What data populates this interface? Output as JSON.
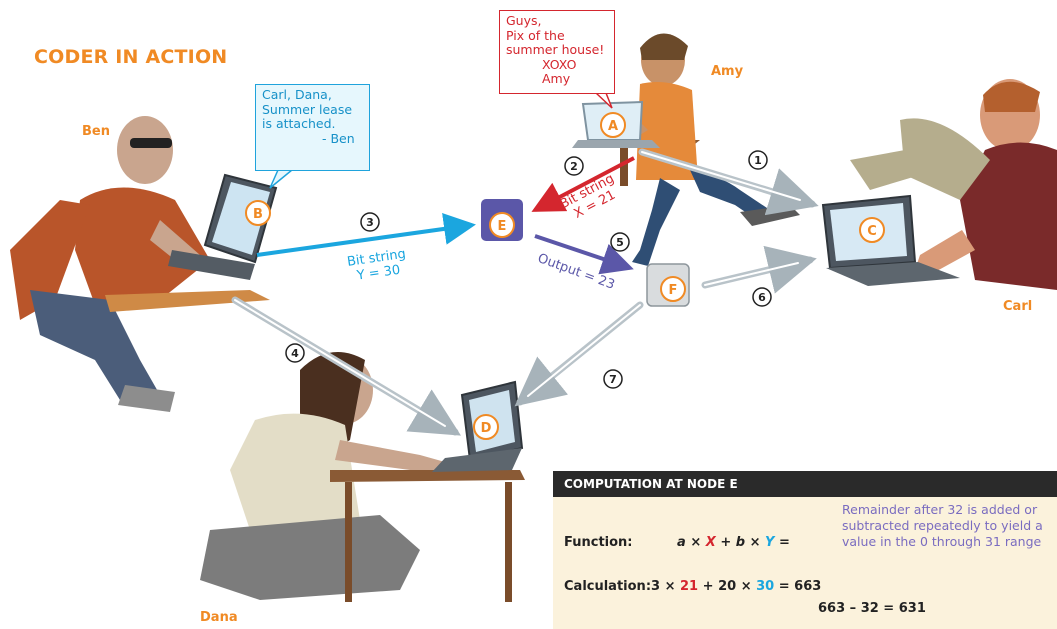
{
  "title": "CODER IN ACTION",
  "people": {
    "amy": "Amy",
    "ben": "Ben",
    "carl": "Carl",
    "dana": "Dana"
  },
  "messages": {
    "amy": [
      "Guys,",
      "Pix of the",
      "summer house!",
      "XOXO Amy"
    ],
    "ben": [
      "Carl, Dana,",
      "Summer lease",
      "is attached.",
      "- Ben"
    ]
  },
  "nodes": {
    "A": "A",
    "B": "B",
    "C": "C",
    "D": "D",
    "E": "E",
    "F": "F"
  },
  "steps": [
    "1",
    "2",
    "3",
    "4",
    "5",
    "6",
    "7"
  ],
  "edge_labels": {
    "x_line1": "Bit string",
    "x_line2": "X = 21",
    "y_line1": "Bit string",
    "y_line2": "Y = 30",
    "output": "Output = 23"
  },
  "colors": {
    "orange": "#f08a24",
    "red": "#d4262e",
    "cyan": "#1ba6df",
    "purple": "#5b57a8",
    "grey_arrow": "#b9c3c9"
  },
  "computation": {
    "header": "COMPUTATION AT NODE E",
    "function_label": "Function:",
    "a": "a",
    "times": "×",
    "X": "X",
    "plus": "+",
    "b": "b",
    "Y": "Y",
    "equals": "=",
    "remainder_lines": [
      "Remainder after 32 is added or",
      "subtracted repeatedly to yield a",
      "value in the 0 through 31 range"
    ],
    "calculation_label": "Calculation:",
    "calc_a": "3",
    "calc_x": "21",
    "calc_b": "20",
    "calc_y": "30",
    "calc_result": "= 663",
    "calc_line2": "663 – 32 = 631"
  }
}
